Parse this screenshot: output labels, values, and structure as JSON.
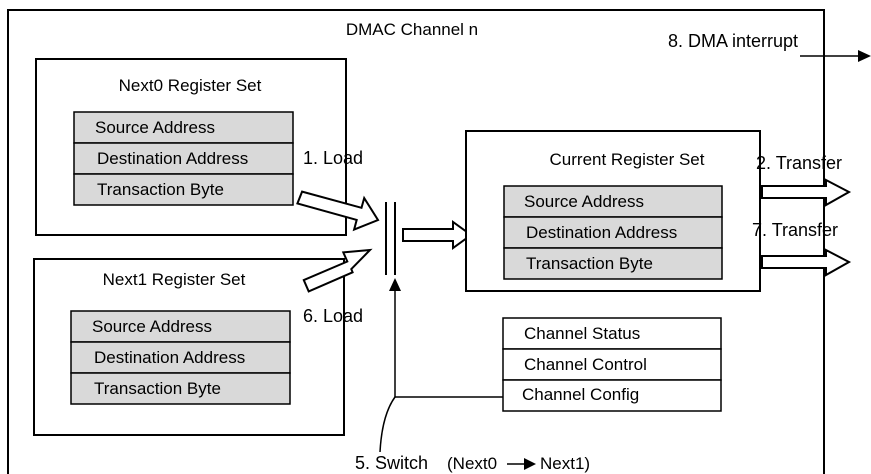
{
  "channel": {
    "title": "DMAC Channel n"
  },
  "next0": {
    "title": "Next0 Register Set",
    "rows": [
      "Source Address",
      "Destination Address",
      "Transaction Byte"
    ]
  },
  "next1": {
    "title": "Next1 Register Set",
    "rows": [
      "Source Address",
      "Destination Address",
      "Transaction Byte"
    ]
  },
  "current": {
    "title": "Current Register Set",
    "rows": [
      "Source Address",
      "Destination Address",
      "Transaction Byte"
    ]
  },
  "control": {
    "rows": [
      "Channel Status",
      "Channel Control",
      "Channel Config"
    ]
  },
  "steps": {
    "load1": "1. Load",
    "transfer2": "2. Transfer",
    "switch5_prefix": "5. Switch",
    "switch5_from": "(Next0",
    "switch5_to": "Next1)",
    "load6": "6. Load",
    "transfer7": "7. Transfer",
    "interrupt8": "8. DMA interrupt"
  },
  "colors": {
    "register_fill": "#d9d9d9",
    "stroke": "#000000",
    "background": "#ffffff"
  }
}
